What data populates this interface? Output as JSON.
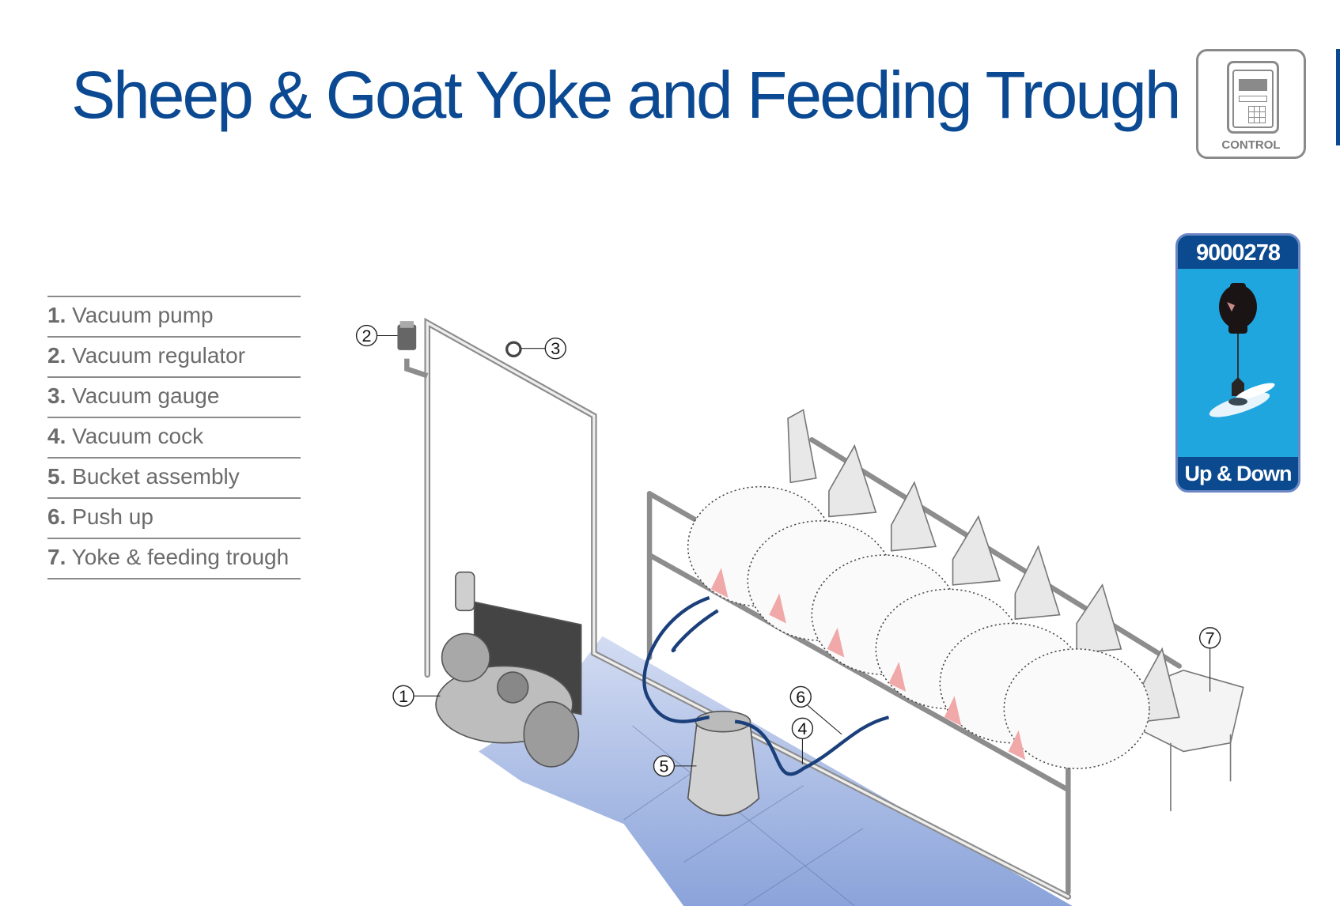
{
  "title": "Sheep & Goat Yoke and Feeding Trough",
  "control_badge": {
    "label": "CONTROL",
    "icon": "control-panel-icon"
  },
  "product_badge": {
    "code": "9000278",
    "label": "Up & Down",
    "icon": "push-up-device-icon"
  },
  "legend": [
    {
      "num": "1.",
      "label": "Vacuum pump"
    },
    {
      "num": "2.",
      "label": "Vacuum regulator"
    },
    {
      "num": "3.",
      "label": "Vacuum gauge"
    },
    {
      "num": "4.",
      "label": "Vacuum cock"
    },
    {
      "num": "5.",
      "label": "Bucket assembly"
    },
    {
      "num": "6.",
      "label": "Push up"
    },
    {
      "num": "7.",
      "label": "Yoke & feeding trough"
    }
  ],
  "callouts": [
    "1",
    "2",
    "3",
    "4",
    "5",
    "6",
    "7"
  ],
  "colors": {
    "brand_blue": "#0b4a92",
    "badge_blue": "#1fa6df",
    "floor_blue": "#9fb3e3",
    "hose_blue": "#1a3f7a"
  }
}
